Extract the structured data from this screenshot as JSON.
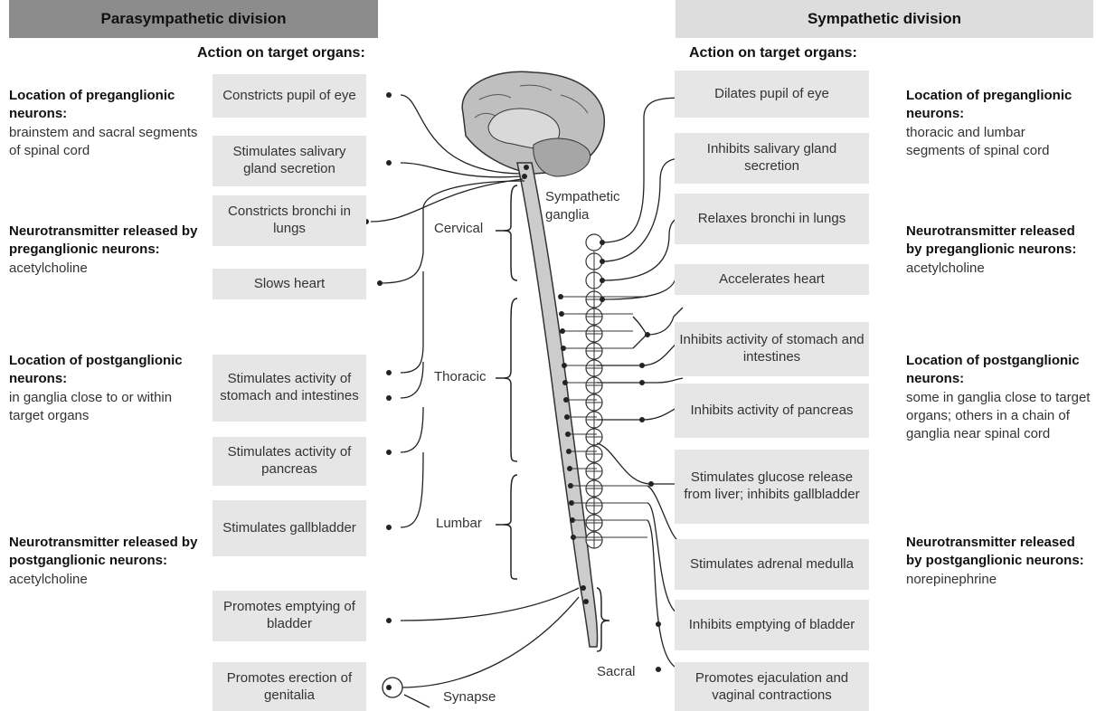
{
  "headers": {
    "parasympathetic": "Parasympathetic division",
    "sympathetic": "Sympathetic division"
  },
  "action_title": "Action on target organs:",
  "left_organs": [
    "Constricts pupil of eye",
    "Stimulates salivary gland secretion",
    "Constricts bronchi in lungs",
    "Slows heart",
    "Stimulates activity of stomach and intestines",
    "Stimulates activity of pancreas",
    "Stimulates gallbladder",
    "Promotes emptying of bladder",
    "Promotes erection of genitalia"
  ],
  "right_organs": [
    "Dilates pupil of eye",
    "Inhibits salivary gland secretion",
    "Relaxes bronchi in lungs",
    "Accelerates heart",
    "Inhibits activity of stomach and intestines",
    "Inhibits activity of pancreas",
    "Stimulates glucose release from liver; inhibits gallbladder",
    "Stimulates adrenal medulla",
    "Inhibits emptying of bladder",
    "Promotes ejaculation and vaginal contractions"
  ],
  "left_info": [
    {
      "title": "Location of preganglionic neurons:",
      "text": "brainstem and sacral segments of spinal cord"
    },
    {
      "title": "Neurotransmitter released by preganglionic neurons:",
      "text": "acetylcholine"
    },
    {
      "title": "Location of postganglionic neurons:",
      "text": "in ganglia close to or within target organs"
    },
    {
      "title": "Neurotransmitter released by postganglionic neurons:",
      "text": "acetylcholine"
    }
  ],
  "right_info": [
    {
      "title": "Location of preganglionic neurons:",
      "text": "thoracic and lumbar segments of spinal cord"
    },
    {
      "title": "Neurotransmitter released by preganglionic neurons:",
      "text": "acetylcholine"
    },
    {
      "title": "Location of postganglionic neurons:",
      "text": "some in ganglia close to target organs; others in a chain of ganglia near spinal cord"
    },
    {
      "title": "Neurotransmitter released by postganglionic neurons:",
      "text": "norepinephrine"
    }
  ],
  "labels": {
    "cervical": "Cervical",
    "thoracic": "Thoracic",
    "lumbar": "Lumbar",
    "sacral": "Sacral",
    "sympathetic_ganglia": "Sympathetic ganglia",
    "synapse": "Synapse"
  }
}
